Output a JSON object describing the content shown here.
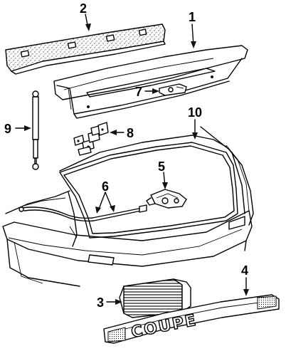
{
  "diagram": {
    "callouts": [
      {
        "id": "1",
        "label": "1"
      },
      {
        "id": "2",
        "label": "2"
      },
      {
        "id": "3",
        "label": "3"
      },
      {
        "id": "4",
        "label": "4"
      },
      {
        "id": "5",
        "label": "5"
      },
      {
        "id": "6",
        "label": "6"
      },
      {
        "id": "7",
        "label": "7"
      },
      {
        "id": "8",
        "label": "8"
      },
      {
        "id": "9",
        "label": "9"
      },
      {
        "id": "10",
        "label": "10"
      }
    ],
    "emblem_text": "COUPE"
  }
}
